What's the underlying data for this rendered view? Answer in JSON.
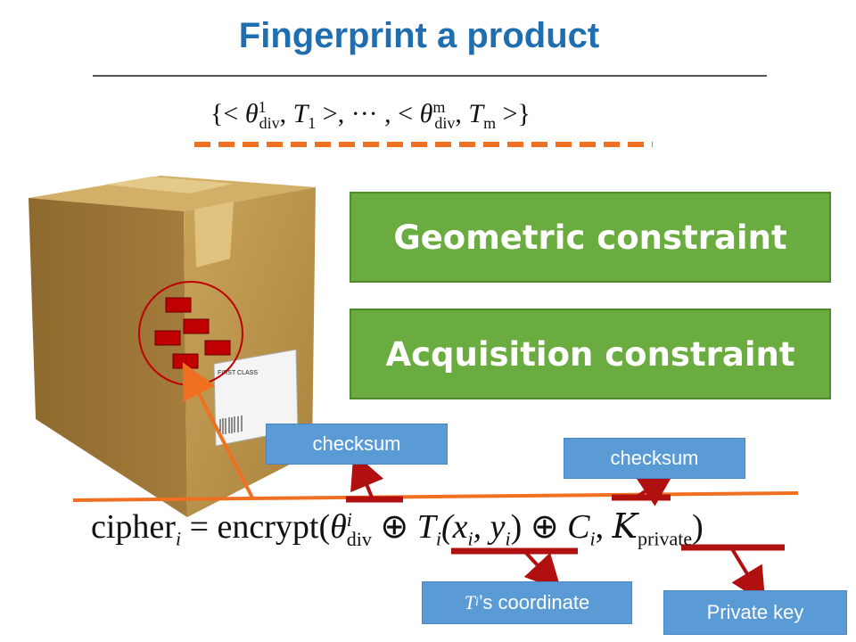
{
  "title": "Fingerprint a product",
  "formula_set": {
    "open": "{<",
    "theta": "θ",
    "sub_div": "div",
    "sup_1": "1",
    "t1": "T",
    "t1_sub": "1",
    "middle": ">, ··· , <",
    "sup_m": "m",
    "tm": "T",
    "tm_sub": "m",
    "close": ">}"
  },
  "constraints": {
    "geometric": "Geometric constraint",
    "acquisition": "Acquisition constraint"
  },
  "labels": {
    "checksum_left": "checksum",
    "checksum_right": "checksum",
    "coordinate_T": "T",
    "coordinate_sub": "i",
    "coordinate_rest": "’s coordinate",
    "private_key": "Private key"
  },
  "equation": {
    "lhs": "cipher",
    "lhs_sub": "i",
    "eq": "= encrypt(",
    "theta": "θ",
    "theta_sup": "i",
    "theta_sub": "div",
    "oplus1": " ⊕ ",
    "T": "T",
    "T_sub": "i",
    "args": "(x",
    "x_sub": "i",
    "comma": ", y",
    "y_sub": "i",
    "args_close": ")",
    "oplus2": " ⊕ ",
    "C": "C",
    "C_sub": "i",
    "comma2": ", ",
    "K": "K",
    "K_sub": "private",
    "close": ")"
  },
  "box_label": {
    "brand": "FIRST CLASS"
  },
  "colors": {
    "title": "#1f6fb0",
    "green": "#6aac3f",
    "blue": "#5b9bd5",
    "orange": "#f07022",
    "red_marks": "#c00000",
    "dark_red_underline": "#b01010"
  }
}
